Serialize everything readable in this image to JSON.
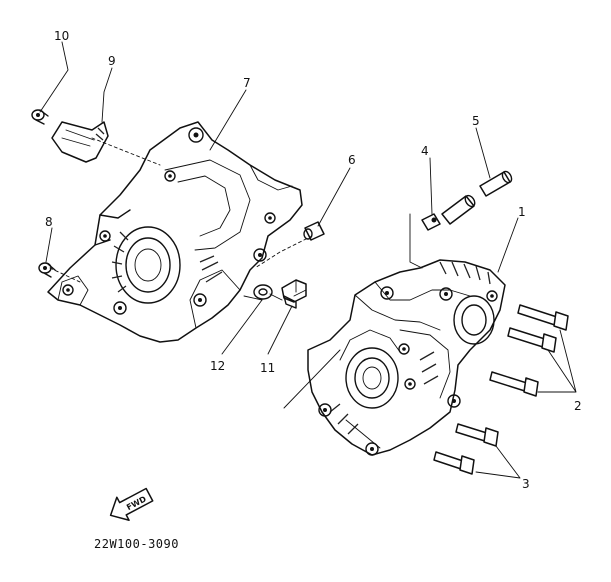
{
  "diagram": {
    "part_code": "22W100-3090",
    "fwd_label": "FWD",
    "callouts": {
      "c1": "1",
      "c2": "2",
      "c3": "3",
      "c4": "4",
      "c5": "5",
      "c6": "6",
      "c7": "7",
      "c8": "8",
      "c9": "9",
      "c10": "10",
      "c11": "11",
      "c12": "12"
    }
  }
}
